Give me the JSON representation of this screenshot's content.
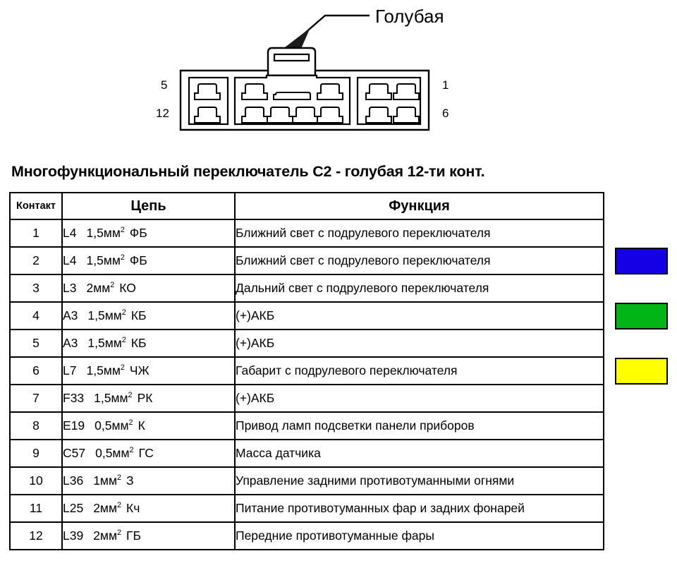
{
  "diagram": {
    "name": "connector-pinout-diagram",
    "callout_label": "Голубая",
    "pin_labels": {
      "top_left": "5",
      "bottom_left": "12",
      "top_right": "1",
      "bottom_right": "6"
    }
  },
  "section": {
    "title": "Многофункциональный переключатель C2 -  голубая 12-ти конт."
  },
  "table": {
    "headers": {
      "pin": "Контакт",
      "circuit": "Цепь",
      "function": "Функция"
    },
    "rows": [
      {
        "pin": "1",
        "circuit_code": "L4",
        "circuit_size": "1,5мм",
        "circuit_sup": "2",
        "circuit_color": "ФБ",
        "circuit_full": "L4  1,5мм2 ФБ",
        "function": "Ближний свет с подрулевого переключателя"
      },
      {
        "pin": "2",
        "circuit_code": "L4",
        "circuit_size": "1,5мм",
        "circuit_sup": "2",
        "circuit_color": "ФБ",
        "circuit_full": "L4  1,5мм2 ФБ",
        "function": "Ближний свет с подрулевого переключателя"
      },
      {
        "pin": "3",
        "circuit_code": "L3",
        "circuit_size": "2мм",
        "circuit_sup": "2",
        "circuit_color": "КО",
        "circuit_full": "L3  2мм2 КО",
        "function": "Дальний свет с подрулевого переключателя"
      },
      {
        "pin": "4",
        "circuit_code": "A3",
        "circuit_size": "1,5мм",
        "circuit_sup": "2",
        "circuit_color": "КБ",
        "circuit_full": "A3  1,5мм2 КБ",
        "function": "(+)АКБ"
      },
      {
        "pin": "5",
        "circuit_code": "A3",
        "circuit_size": "1,5мм",
        "circuit_sup": "2",
        "circuit_color": "КБ",
        "circuit_full": "A3  1,5мм2 КБ",
        "function": "(+)АКБ"
      },
      {
        "pin": "6",
        "circuit_code": "L7",
        "circuit_size": "1,5мм",
        "circuit_sup": "2",
        "circuit_color": "ЧЖ",
        "circuit_full": "L7  1,5мм2 ЧЖ",
        "function": "Габарит с подрулевого переключателя"
      },
      {
        "pin": "7",
        "circuit_code": "F33",
        "circuit_size": "1,5мм",
        "circuit_sup": "2",
        "circuit_color": "РК",
        "circuit_full": "F33  1,5мм2 РК",
        "function": "(+)АКБ"
      },
      {
        "pin": "8",
        "circuit_code": "E19",
        "circuit_size": "0,5мм",
        "circuit_sup": "2",
        "circuit_color": "К",
        "circuit_full": "E19  0,5мм2 К",
        "function": "Привод ламп подсветки панели приборов"
      },
      {
        "pin": "9",
        "circuit_code": "C57",
        "circuit_size": "0,5мм",
        "circuit_sup": "2",
        "circuit_color": "ГС",
        "circuit_full": "C57  0,5мм2 ГС",
        "function": "Масса датчика"
      },
      {
        "pin": "10",
        "circuit_code": "L36",
        "circuit_size": "1мм",
        "circuit_sup": "2",
        "circuit_color": "З",
        "circuit_full": "L36  1мм2 З",
        "function": "Управление задними противотуманными огнями"
      },
      {
        "pin": "11",
        "circuit_code": "L25",
        "circuit_size": "2мм",
        "circuit_sup": "2",
        "circuit_color": "Кч",
        "circuit_full": "L25  2мм2 Кч",
        "function": "Питание противотуманных фар и задних фонарей"
      },
      {
        "pin": "12",
        "circuit_code": "L39",
        "circuit_size": "2мм",
        "circuit_sup": "2",
        "circuit_color": "ГБ",
        "circuit_full": "L39  2мм2 ГБ",
        "function": "Передние противотуманные фары"
      }
    ]
  },
  "swatches": [
    {
      "name": "blue",
      "color": "#1500e5"
    },
    {
      "name": "green",
      "color": "#00b515"
    },
    {
      "name": "yellow",
      "color": "#ffff00"
    }
  ]
}
